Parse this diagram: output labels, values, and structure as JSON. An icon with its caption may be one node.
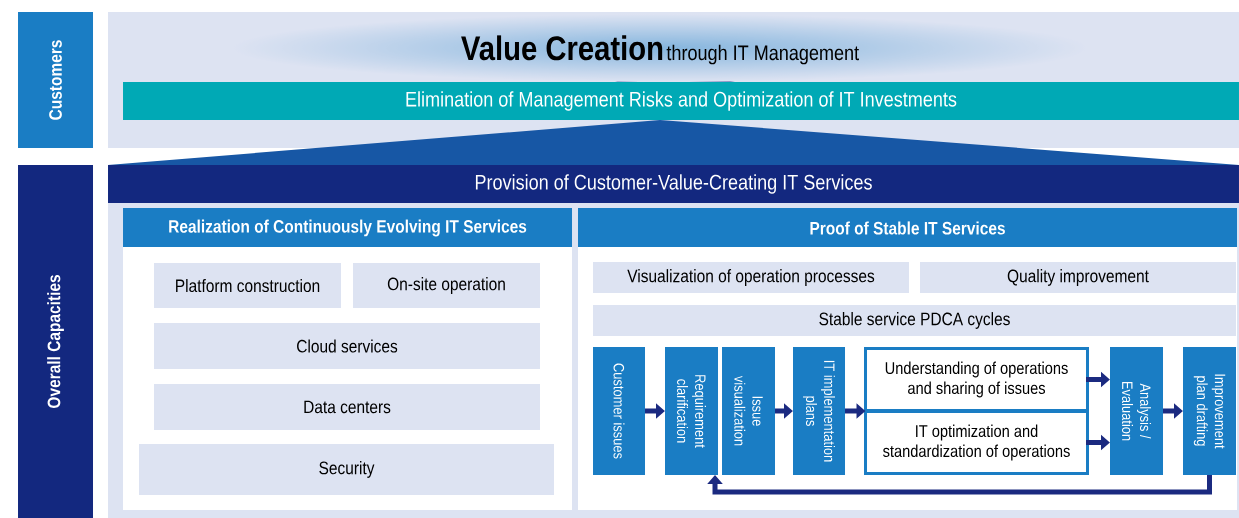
{
  "diagram": {
    "nodes": [
      {
        "text": [
          "Customers"
        ]
      },
      {
        "text": [
          "Overall Capacities"
        ]
      },
      {
        "text": [
          "Value Creation",
          "through IT Management"
        ]
      },
      {
        "text": [
          "Elimination of Management Risks and Optimization of IT Investments"
        ]
      },
      {
        "text": [
          "Provision of Customer-Value-Creating IT Services"
        ]
      },
      {
        "text": [
          "Realization of Continuously Evolving IT Services"
        ]
      },
      {
        "text": [
          "Platform construction"
        ],
        "in": 5
      },
      {
        "text": [
          "On-site operation"
        ],
        "in": 5
      },
      {
        "text": [
          "Cloud services"
        ],
        "in": 5
      },
      {
        "text": [
          "Data centers"
        ],
        "in": 5
      },
      {
        "text": [
          "Security"
        ],
        "in": 5
      },
      {
        "text": [
          "Proof of Stable IT Services"
        ]
      },
      {
        "text": [
          "Visualization of operation processes"
        ],
        "in": 11
      },
      {
        "text": [
          "Quality improvement"
        ],
        "in": 11
      },
      {
        "text": [
          "Stable service PDCA cycles"
        ],
        "in": 11
      },
      {
        "text": [
          "Customer issues"
        ],
        "in": 11
      },
      {
        "text": [
          "Requirement clarification"
        ],
        "in": 11
      },
      {
        "text": [
          "Issue visualization"
        ],
        "in": 11
      },
      {
        "text": [
          "IT implementation plans"
        ],
        "in": 11
      },
      {
        "text": [],
        "shape": "box",
        "in": 11
      },
      {
        "text": [
          "Understanding of operations and sharing of issues"
        ],
        "in": 19
      },
      {
        "text": [
          "IT optimization and standardization of operations"
        ],
        "in": 19
      },
      {
        "text": [
          "Analysis / Evaluation"
        ],
        "in": 11
      },
      {
        "text": [
          "Improvement plan drafting"
        ],
        "in": 11
      }
    ],
    "edges": [
      {
        "from": 15,
        "to": 16,
        "arrow": "to"
      },
      {
        "from": 17,
        "to": 18,
        "arrow": "to"
      },
      {
        "from": 18,
        "to": 19,
        "arrow": "to"
      },
      {
        "from": 20,
        "to": 22,
        "arrow": "to"
      },
      {
        "from": 21,
        "to": 22,
        "arrow": "to"
      },
      {
        "from": 22,
        "to": 23,
        "arrow": "to"
      },
      {
        "from": 23,
        "to": 16,
        "arrow": "to"
      }
    ]
  }
}
